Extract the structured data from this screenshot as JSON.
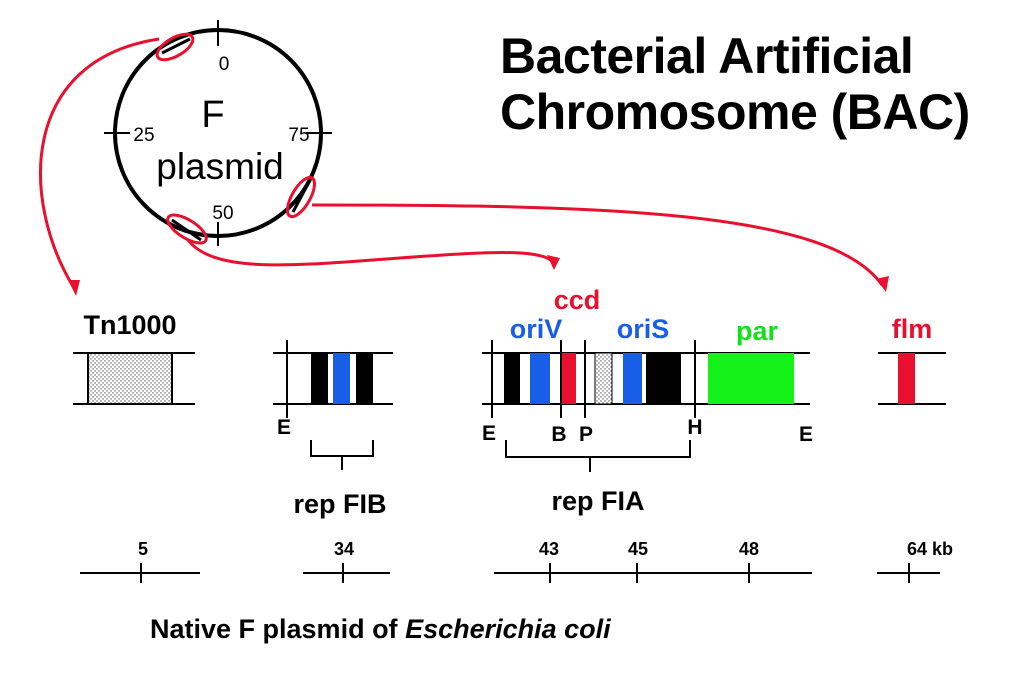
{
  "title": {
    "line1": "Bacterial Artificial",
    "line2": "Chromosome (BAC)"
  },
  "plasmid": {
    "name_line1": "F",
    "name_line2": "plasmid",
    "ticks": [
      "0",
      "25",
      "50",
      "75"
    ]
  },
  "segments": {
    "tn1000": {
      "label": "Tn1000"
    },
    "repfib": {
      "site": "E",
      "region_label": "rep FIB"
    },
    "repfia": {
      "genes": {
        "ccd": "ccd",
        "oriV": "oriV",
        "oriS": "oriS",
        "par": "par"
      },
      "sites": [
        "E",
        "B",
        "P",
        "H",
        "E"
      ],
      "region_label": "rep FIA"
    },
    "flm": {
      "label": "flm"
    }
  },
  "scale": {
    "labels": [
      "5",
      "34",
      "43",
      "45",
      "48",
      "64 kb"
    ]
  },
  "caption": {
    "prefix": "Native F plasmid of ",
    "organism": "Escherichia coli"
  },
  "colors": {
    "red": "#e8102e",
    "blue": "#1a5ee8",
    "green": "#14f21a",
    "black": "#000000",
    "stipple": "#d8d8d8"
  }
}
